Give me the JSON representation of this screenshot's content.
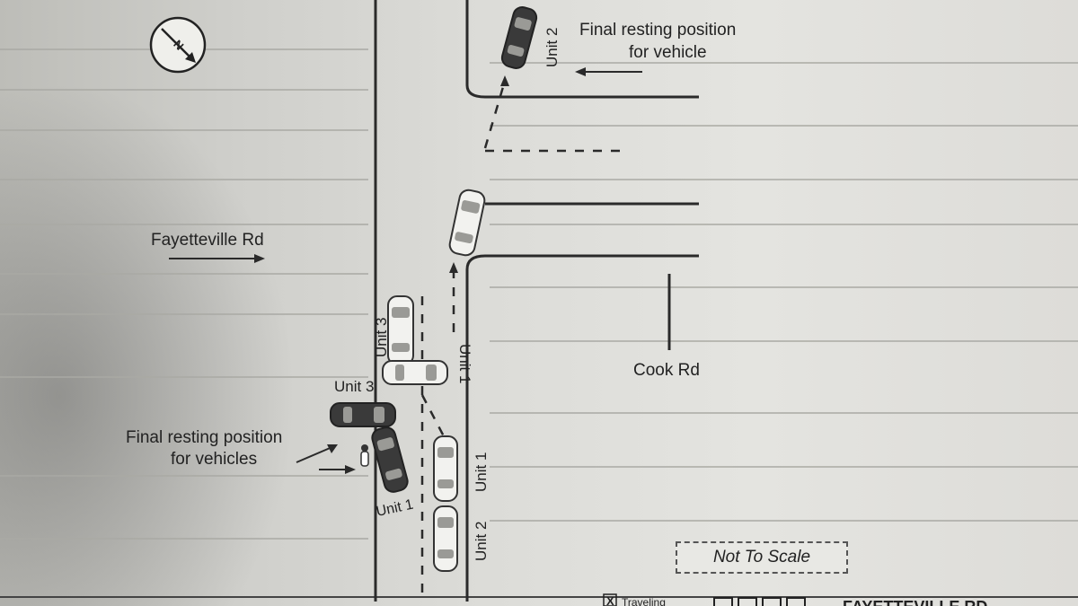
{
  "labels": {
    "fayetteville_rd": "Fayetteville Rd",
    "cook_rd": "Cook Rd",
    "final_resting_vehicle": [
      "Final resting position",
      "for vehicle"
    ],
    "final_resting_vehicles": [
      "Final resting position",
      "for vehicles"
    ],
    "not_to_scale": "Not To Scale"
  },
  "units": {
    "unit1": "Unit 1",
    "unit2": "Unit 2",
    "unit3": "Unit 3"
  },
  "form_fragments": {
    "travelling": "Traveling",
    "road_footer": "FAYETTEVILLE RD",
    "checkbox": "X"
  }
}
